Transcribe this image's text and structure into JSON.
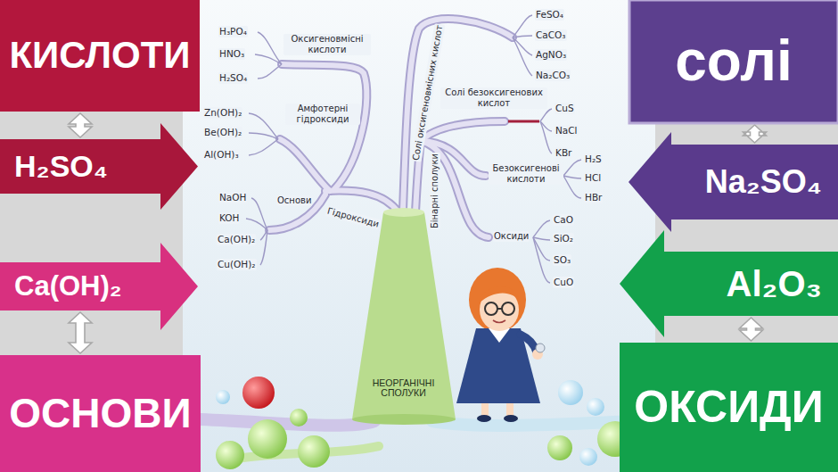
{
  "diagram": {
    "nodes": [
      {
        "text": [
          "КИСЛОТИ"
        ]
      },
      {
        "text": [
          "солі"
        ]
      },
      {
        "text": [
          "H₂SO₄"
        ]
      },
      {
        "text": [
          "Na₂SO₄"
        ]
      },
      {
        "text": [
          "Al₂O₃"
        ]
      },
      {
        "text": [
          "Ca(OH)₂"
        ]
      },
      {
        "text": [
          "ОСНОВИ"
        ]
      },
      {
        "text": [
          "ОКСИДИ"
        ]
      },
      {
        "text": [
          "НЕОРГАНІЧНІ СПОЛУКИ"
        ]
      }
    ],
    "edges": [
      {
        "from": 0,
        "to": 2,
        "arrow": "both"
      },
      {
        "from": 1,
        "to": 3,
        "arrow": "both"
      },
      {
        "from": 5,
        "to": 6,
        "arrow": "both"
      },
      {
        "from": 4,
        "to": 7,
        "arrow": "both"
      }
    ],
    "labels": [
      "H₃PO₄",
      "HNO₃",
      "H₂SO₄",
      "Оксигеновмісні кислоти",
      "Zn(OH)₂",
      "Be(OH)₂",
      "Al(OH)₃",
      "Амфотерні гідроксиди",
      "NaOH",
      "KOH",
      "Ca(OH)₂",
      "Cu(OH)₂",
      "Основи",
      "Гідроксиди",
      "Солі оксигеновмісних кислот",
      "FeSO₄",
      "CaCO₃",
      "AgNO₃",
      "Na₂CO₃",
      "Солі безоксигенових кислот",
      "CuS",
      "NaCl",
      "KBr",
      "Бінарні сполуки",
      "Безоксигенові кислоти",
      "H₂S",
      "HCl",
      "HBr",
      "Оксиди",
      "CaO",
      "SiO₂",
      "SO₃",
      "CuO"
    ]
  }
}
